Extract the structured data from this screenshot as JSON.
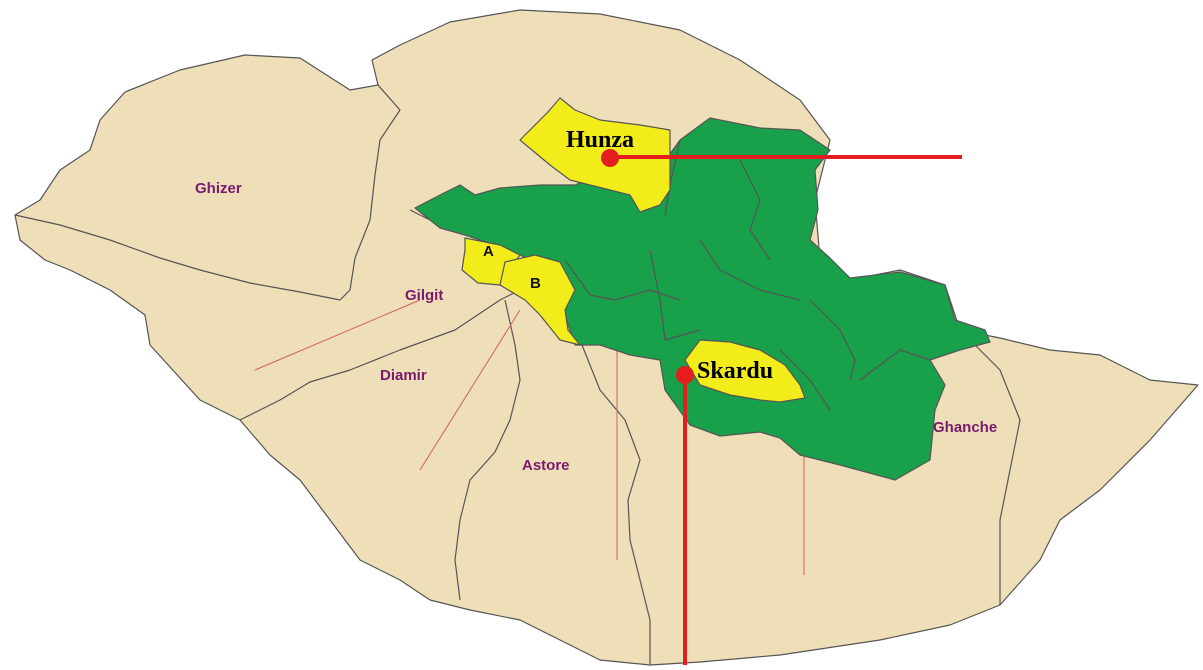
{
  "colors": {
    "land": "#efdfb8",
    "green_zone": "#18a04a",
    "yellow_zone": "#f2ec1a",
    "marker": "#e41e1e",
    "district_text": "#7a1a6e"
  },
  "districts": {
    "ghizer": "Ghizer",
    "gilgit": "Gilgit",
    "diamir": "Diamir",
    "astore": "Astore",
    "ghanche": "Ghanche"
  },
  "zones": {
    "a": "A",
    "b": "B"
  },
  "cities": {
    "hunza": "Hunza",
    "skardu": "Skardu"
  }
}
